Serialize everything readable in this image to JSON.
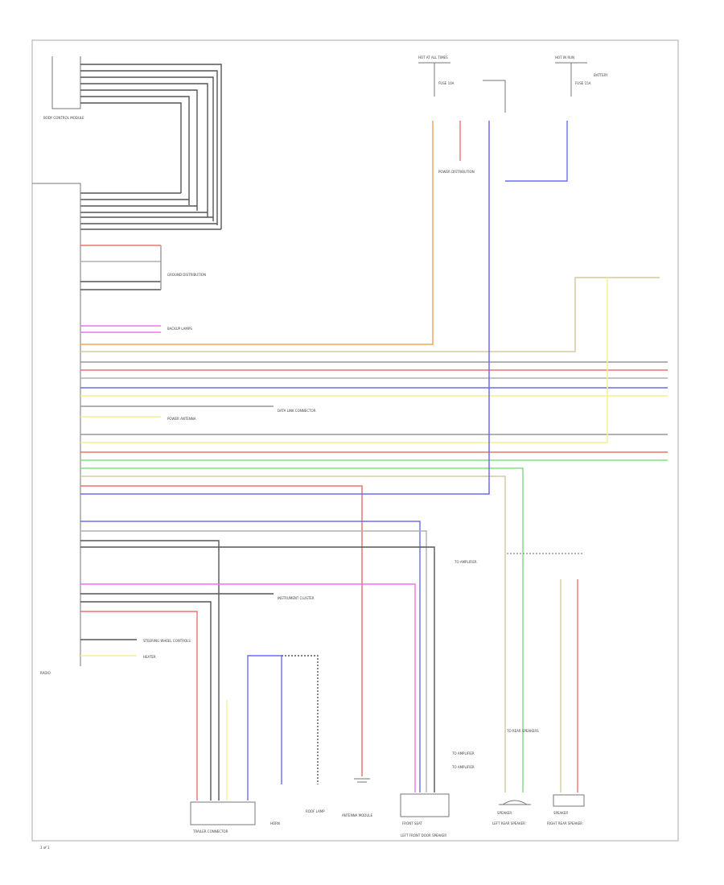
{
  "labels": {
    "page_number": "1 of 1",
    "ecm": "RADIO",
    "top_module": "BODY CONTROL MODULE",
    "fuse_box_left": "HOT AT ALL TIMES",
    "fuse_box_right": "HOT IN RUN",
    "relay_box_label": "POWER DISTRIBUTION",
    "fuse_left": "FUSE 10A",
    "fuse_right": "FUSE 15A",
    "fuse_right_note": "BATTERY",
    "ground_dist": "GROUND DISTRIBUTION",
    "backup_lamps": "BACKUP LAMPS",
    "power_antenna": "POWER ANTENNA",
    "data_link": "DATA LINK CONNECTOR",
    "instrument_cluster": "INSTRUMENT CLUSTER",
    "amplifier_note": "TO AMPLIFIER",
    "to_amp_1": "TO AMPLIFIER",
    "to_amp_2": "TO AMPLIFIER",
    "rear_speaker_note": "TO REAR SPEAKERS",
    "steering_note": "STEERING WHEEL CONTROLS",
    "heater": "HEATER",
    "bottom_box_1": "TRAILER CONNECTOR",
    "bottom_box_2": "FRONT SEAT",
    "bottom_box_3": "SPEAKER",
    "bottom_box_4": "SPEAKER",
    "cap_1": "HORN",
    "cap_2": "ROOF LAMP",
    "cap_3": "ANTENNA MODULE",
    "cap_4": "LEFT REAR SPEAKER",
    "cap_5": "RIGHT REAR SPEAKER",
    "cap_6": "LEFT FRONT DOOR SPEAKER"
  },
  "wire_colors": {
    "black": "#555555",
    "orange": "#f5a35a",
    "red": "#f07070",
    "pink": "#f070f0",
    "blue": "#6b6bf5",
    "yellow": "#f5f090",
    "green": "#80e080",
    "gray": "#b0b0b0",
    "tan": "#d8c8a0"
  }
}
